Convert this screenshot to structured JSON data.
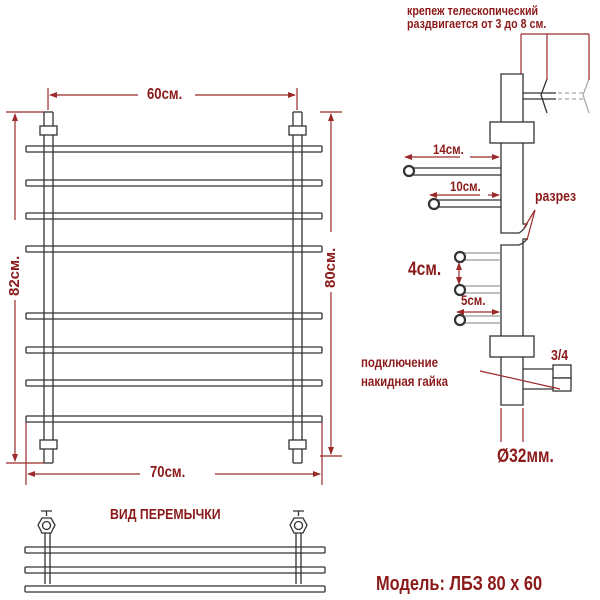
{
  "colors": {
    "dimension": "#9b2a2a",
    "text": "#8b1a1a",
    "line": "#333333",
    "ghost": "#aaaaaa"
  },
  "front_view": {
    "width_top": "60см.",
    "width_bottom": "70см.",
    "height_left": "82см.",
    "height_right": "80см.",
    "rail_count": 8
  },
  "side_view": {
    "mount_note_line1": "крепеж телескопический",
    "mount_note_line2": "раздвигается от 3 до 8 см.",
    "depth_top": "14см.",
    "depth_mid": "10см.",
    "section_label": "разрез",
    "rail_spacing": "4см.",
    "depth_small": "5см.",
    "thread_size": "3/4",
    "connection_line1": "подключение",
    "connection_line2": "накидная гайка",
    "diameter": "Ø32мм."
  },
  "top_view": {
    "title": "ВИД ПЕРЕМЫЧКИ"
  },
  "model": {
    "label": "Модель: ЛБЗ 80 х 60"
  }
}
